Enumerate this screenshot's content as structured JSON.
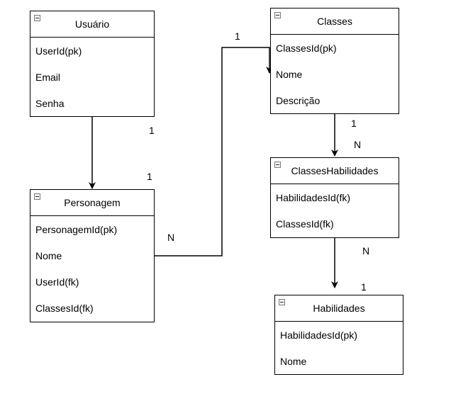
{
  "entities": {
    "usuario": {
      "title": "Usuário",
      "fields": [
        "UserId(pk)",
        "Email",
        "Senha"
      ]
    },
    "personagem": {
      "title": "Personagem",
      "fields": [
        "PersonagemId(pk)",
        "Nome",
        "UserId(fk)",
        "ClassesId(fk)"
      ]
    },
    "classes": {
      "title": "Classes",
      "fields": [
        "ClassesId(pk)",
        "Nome",
        "Descrição"
      ]
    },
    "classes_habilidades": {
      "title": "ClassesHabilidades",
      "fields": [
        "HabilidadesId(fk)",
        "ClassesId(fk)"
      ]
    },
    "habilidades": {
      "title": "Habilidades",
      "fields": [
        "HabilidadesId(pk)",
        "Nome"
      ]
    }
  },
  "relations": {
    "usuario_personagem": {
      "from_label": "1",
      "to_label": "1"
    },
    "personagem_classes": {
      "from_label": "N",
      "to_label": "1"
    },
    "classes_classeshabilidades": {
      "from_label": "1",
      "to_label": "N"
    },
    "classeshabilidades_habilidades": {
      "from_label": "N",
      "to_label": "1"
    }
  },
  "colors": {
    "line": "#000000",
    "background": "#ffffff"
  }
}
